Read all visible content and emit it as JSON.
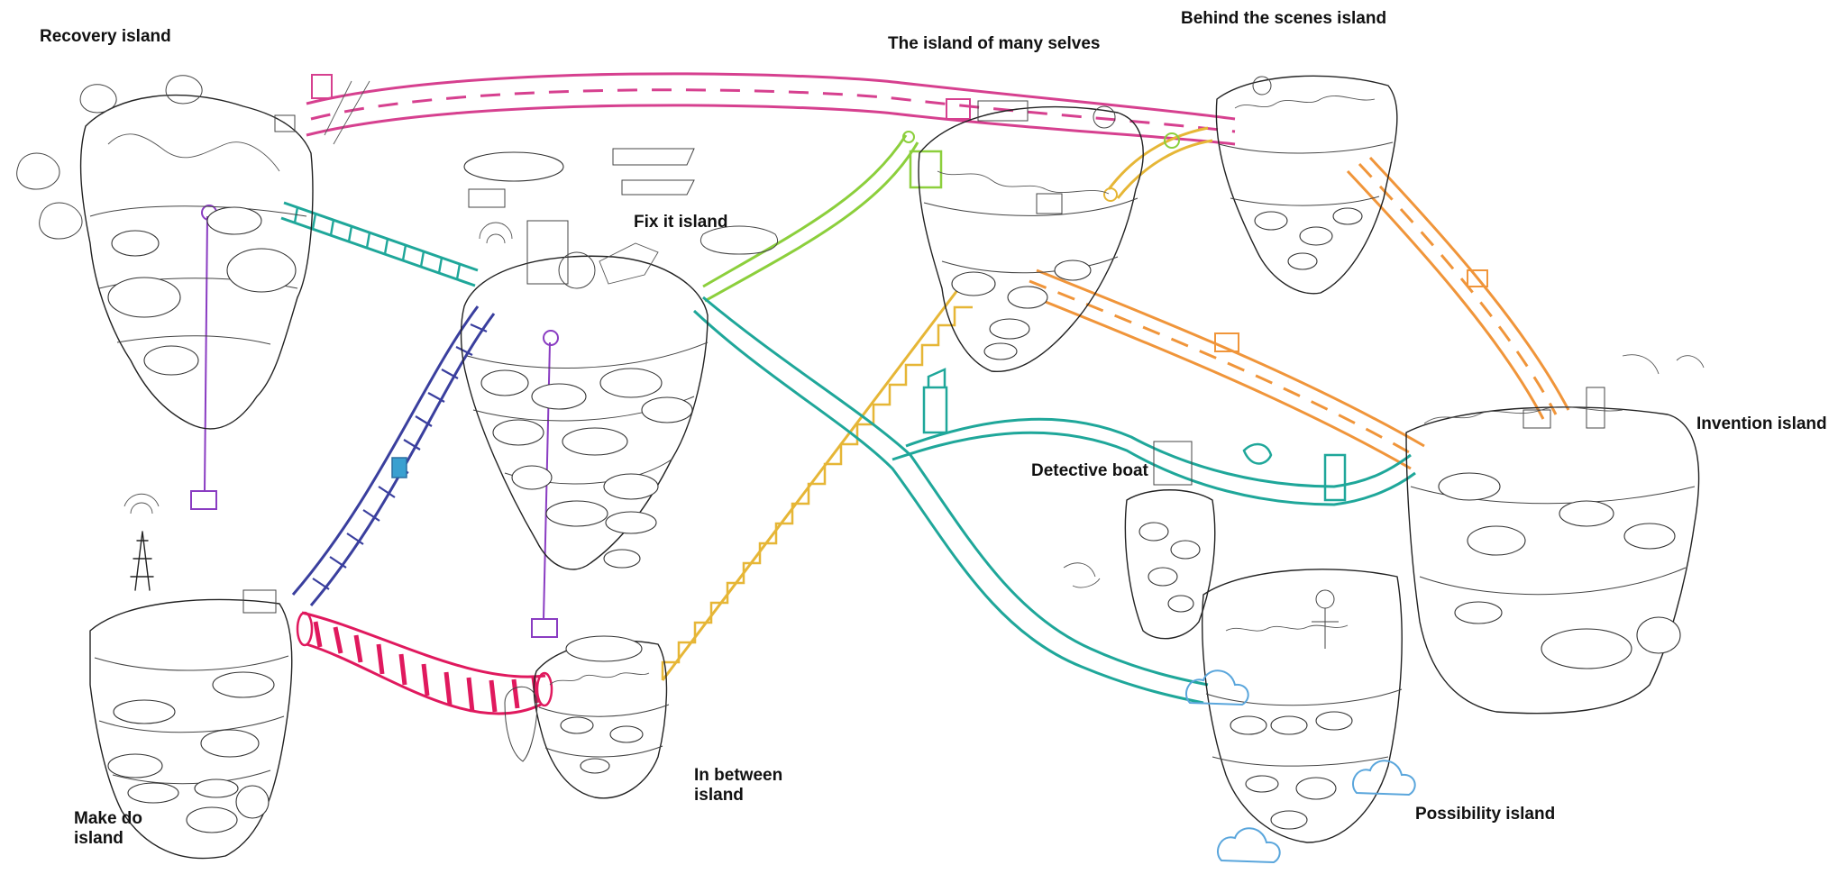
{
  "title": "",
  "colors": {
    "magenta": "#d6408f",
    "teal": "#1fa79a",
    "lime": "#8ccf3c",
    "orange": "#f0953a",
    "yellow": "#e6b636",
    "purple": "#8a3cc2",
    "navy": "#3a3f9e",
    "crimson": "#e0195e",
    "sky": "#5aa6dc",
    "ink": "#222222"
  },
  "islands": [
    {
      "id": "recovery",
      "label": "Recovery island"
    },
    {
      "id": "many-selves",
      "label": "The island of many selves"
    },
    {
      "id": "behind-scenes",
      "label": "Behind the scenes island"
    },
    {
      "id": "fix-it",
      "label": "Fix it island"
    },
    {
      "id": "invention",
      "label": "Invention island"
    },
    {
      "id": "detective-boat",
      "label": "Detective boat"
    },
    {
      "id": "make-do",
      "label": "Make do\nisland"
    },
    {
      "id": "in-between",
      "label": "In between\nisland"
    },
    {
      "id": "possibility",
      "label": "Possibility island"
    }
  ],
  "connections": [
    {
      "from": "recovery",
      "to": "behind-scenes",
      "kind": "road",
      "color": "magenta"
    },
    {
      "from": "recovery",
      "to": "fix-it",
      "kind": "ladder",
      "color": "teal"
    },
    {
      "from": "recovery",
      "to": "make-do",
      "kind": "rope",
      "color": "purple"
    },
    {
      "from": "fix-it",
      "to": "many-selves",
      "kind": "tube",
      "color": "lime"
    },
    {
      "from": "fix-it",
      "to": "make-do",
      "kind": "ladder",
      "color": "navy"
    },
    {
      "from": "fix-it",
      "to": "in-between",
      "kind": "rope",
      "color": "purple"
    },
    {
      "from": "fix-it",
      "to": "possibility",
      "kind": "river",
      "color": "teal"
    },
    {
      "from": "fix-it",
      "to": "invention",
      "kind": "river",
      "color": "teal"
    },
    {
      "from": "many-selves",
      "to": "behind-scenes",
      "kind": "tube",
      "color": "yellow"
    },
    {
      "from": "many-selves",
      "to": "in-between",
      "kind": "stairs",
      "color": "yellow"
    },
    {
      "from": "many-selves",
      "to": "invention",
      "kind": "road",
      "color": "orange"
    },
    {
      "from": "behind-scenes",
      "to": "invention",
      "kind": "road",
      "color": "orange"
    },
    {
      "from": "make-do",
      "to": "in-between",
      "kind": "bridge",
      "color": "crimson"
    }
  ]
}
